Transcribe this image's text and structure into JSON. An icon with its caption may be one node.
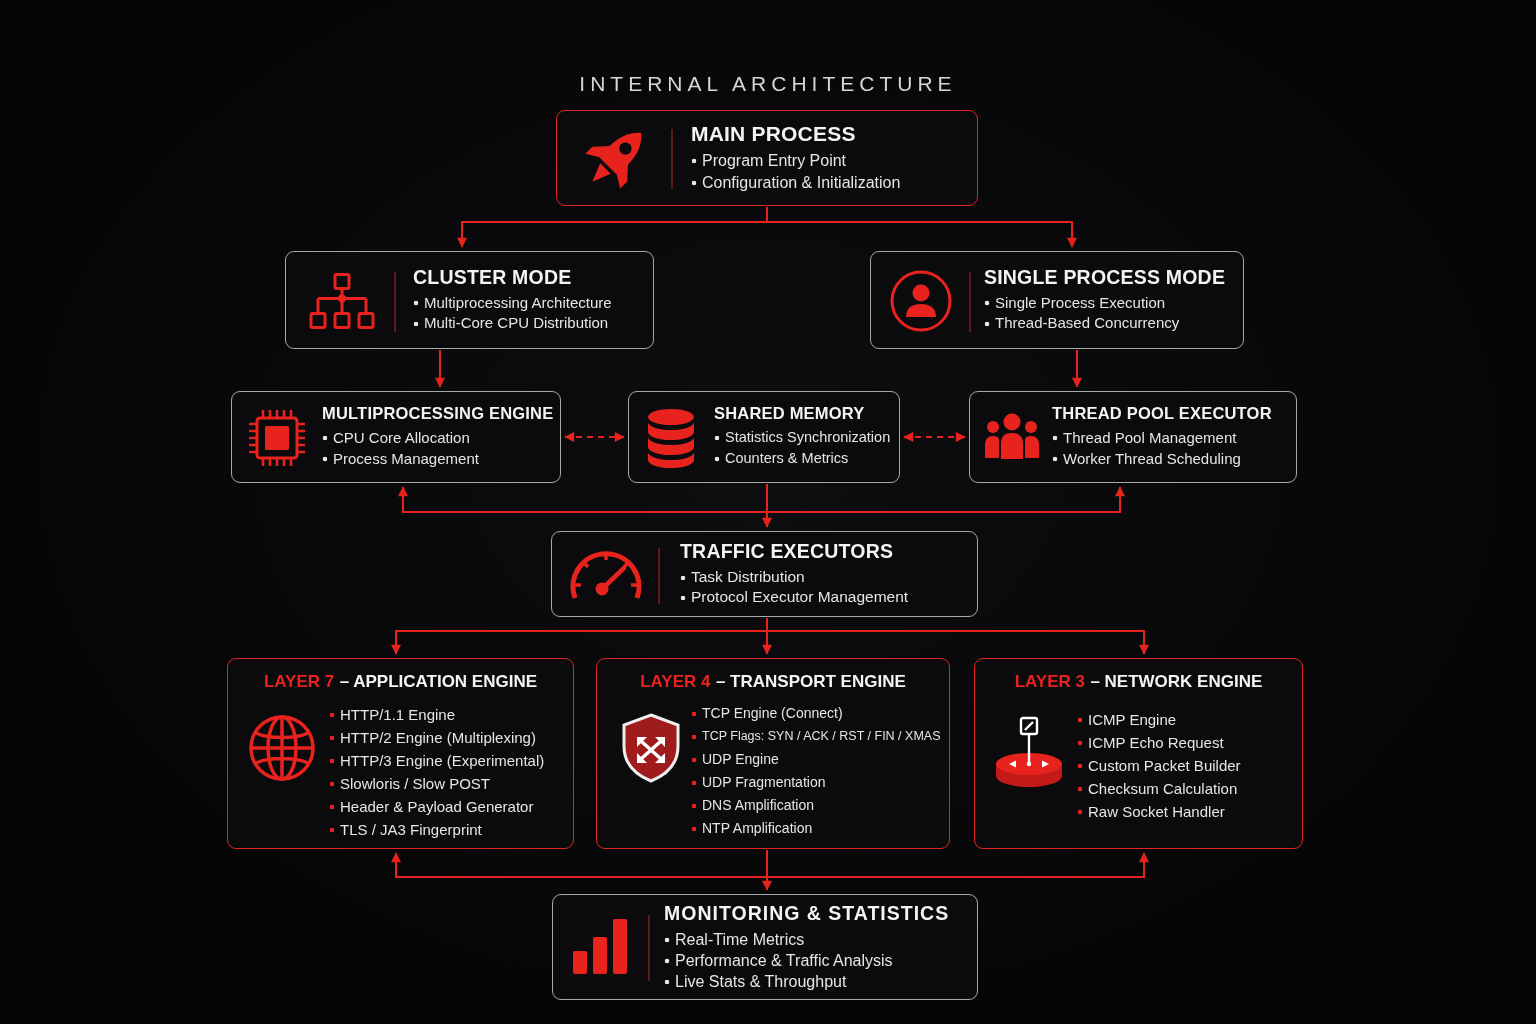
{
  "diagram": {
    "title": "INTERNAL ARCHITECTURE",
    "nodes": [
      {
        "text": [
          "MAIN PROCESS",
          "Program Entry Point",
          "Configuration & Initialization"
        ]
      },
      {
        "text": [
          "CLUSTER MODE",
          "Multiprocessing Architecture",
          "Multi-Core CPU Distribution"
        ]
      },
      {
        "text": [
          "SINGLE PROCESS MODE",
          "Single Process Execution",
          "Thread-Based Concurrency"
        ]
      },
      {
        "text": [
          "MULTIPROCESSING ENGINE",
          "CPU Core Allocation",
          "Process Management"
        ]
      },
      {
        "text": [
          "SHARED MEMORY",
          "Statistics Synchronization",
          "Counters & Metrics"
        ]
      },
      {
        "text": [
          "THREAD POOL EXECUTOR",
          "Thread Pool Management",
          "Worker Thread Scheduling"
        ]
      },
      {
        "text": [
          "TRAFFIC EXECUTORS",
          "Task Distribution",
          "Protocol Executor Management"
        ]
      },
      {
        "text": [
          "LAYER 7",
          "– APPLICATION ENGINE",
          "HTTP/1.1 Engine",
          "HTTP/2 Engine (Multiplexing)",
          "HTTP/3 Engine (Experimental)",
          "Slowloris / Slow POST",
          "Header & Payload Generator",
          "TLS / JA3 Fingerprint"
        ]
      },
      {
        "text": [
          "LAYER 4",
          "– TRANSPORT ENGINE",
          "TCP Engine (Connect)",
          "TCP Flags: SYN / ACK / RST / FIN / XMAS",
          "UDP Engine",
          "UDP Fragmentation",
          "DNS Amplification",
          "NTP Amplification"
        ]
      },
      {
        "text": [
          "LAYER 3",
          "– NETWORK ENGINE",
          "ICMP Engine",
          "ICMP Echo Request",
          "Custom Packet Builder",
          "Checksum Calculation",
          "Raw Socket Handler"
        ]
      },
      {
        "text": [
          "MONITORING & STATISTICS",
          "Real-Time Metrics",
          "Performance & Traffic Analysis",
          "Live Stats & Throughput"
        ]
      }
    ],
    "edges": [
      {
        "from": 0,
        "to": 1,
        "arrow": "to"
      },
      {
        "from": 0,
        "to": 2,
        "arrow": "to"
      },
      {
        "from": 1,
        "to": 3,
        "arrow": "to"
      },
      {
        "from": 2,
        "to": 5,
        "arrow": "to"
      },
      {
        "from": 3,
        "to": 4,
        "arrow": "both",
        "style": "dashed"
      },
      {
        "from": 4,
        "to": 5,
        "arrow": "both",
        "style": "dashed"
      },
      {
        "from": 4,
        "to": 6,
        "arrow": "to"
      },
      {
        "from": 4,
        "to": 3,
        "arrow": "to"
      },
      {
        "from": 4,
        "to": 5,
        "arrow": "to"
      },
      {
        "from": 6,
        "to": 7,
        "arrow": "to"
      },
      {
        "from": 6,
        "to": 8,
        "arrow": "to"
      },
      {
        "from": 6,
        "to": 9,
        "arrow": "to"
      },
      {
        "from": 8,
        "to": 10,
        "arrow": "to"
      },
      {
        "from": 8,
        "to": 7,
        "arrow": "to"
      },
      {
        "from": 8,
        "to": 9,
        "arrow": "to"
      }
    ]
  }
}
